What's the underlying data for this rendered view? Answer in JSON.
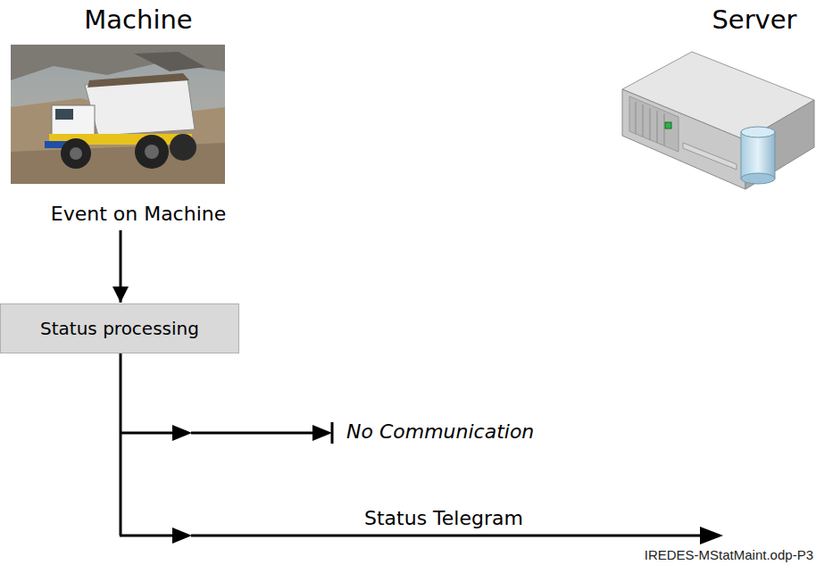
{
  "diagram": {
    "nodes": [
      {
        "text": [
          "Machine",
          "Event on Machine"
        ]
      },
      {
        "text": [
          "Status processing"
        ]
      },
      {
        "text": [
          "Server"
        ]
      }
    ],
    "edges": [
      {
        "from": 0,
        "to": 1,
        "arrow": "to"
      }
    ],
    "labels": [
      "No Communication",
      "Status Telegram",
      "IREDES-MStatMaint.odp-P3"
    ]
  }
}
